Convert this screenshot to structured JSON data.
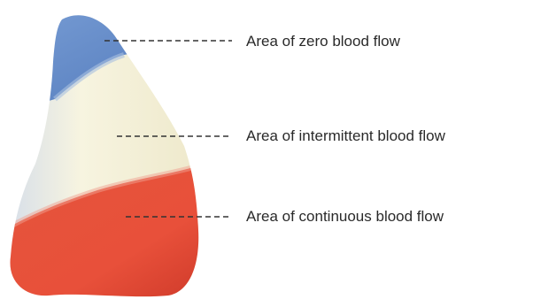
{
  "labels": {
    "zero": "Area of zero blood flow",
    "intermittent": "Area of intermittent blood flow",
    "continuous": "Area of continuous blood flow"
  },
  "colors": {
    "zero_zone": "#5b84c4",
    "intermittent_zone": "#f4f1dc",
    "continuous_zone": "#e0412c",
    "leader_line": "#333333"
  }
}
